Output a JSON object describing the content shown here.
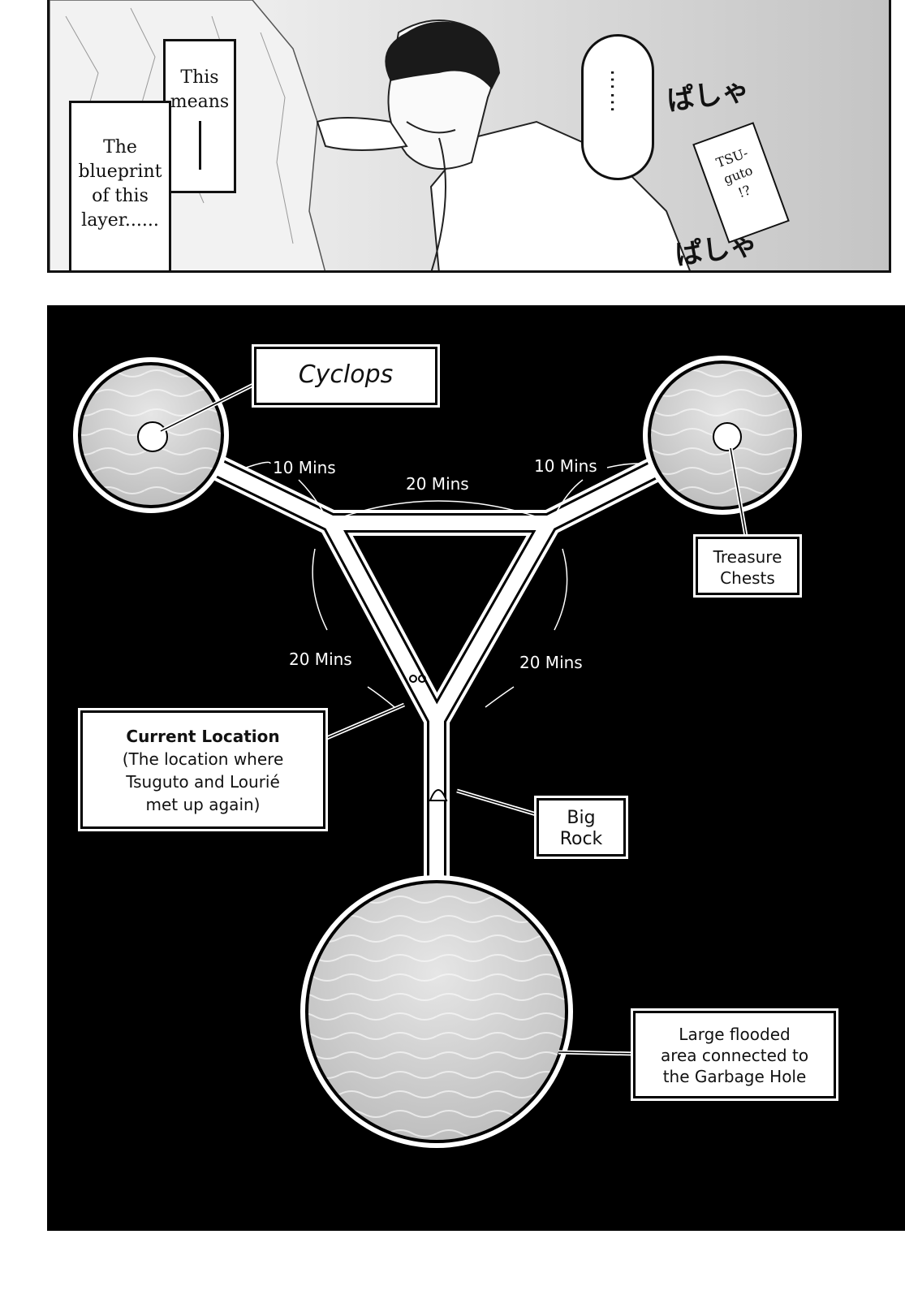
{
  "top_panel": {
    "caption_a": [
      "This",
      "means"
    ],
    "caption_b": [
      "The",
      "blueprint",
      "of this",
      "layer......"
    ],
    "speech_bubble": "……",
    "sfx_1": "ぱしゃ",
    "sfx_2": "ぱしゃ",
    "callout": [
      "TSU-",
      "guto",
      "!?"
    ]
  },
  "map": {
    "labels": {
      "cyclops": "Cyclops",
      "treasure": [
        "Treasure",
        "Chests"
      ],
      "current_title": "Current Location",
      "current_desc": [
        "(The location where",
        "Tsuguto and Lourié",
        "met up again)"
      ],
      "big_rock": [
        "Big",
        "Rock"
      ],
      "flooded": [
        "Large flooded",
        "area connected to",
        "the Garbage Hole"
      ]
    },
    "times": {
      "top_left": "10 Mins",
      "top_middle": "20 Mins",
      "top_right": "10 Mins",
      "left_side": "20 Mins",
      "right_side": "20 Mins"
    }
  }
}
